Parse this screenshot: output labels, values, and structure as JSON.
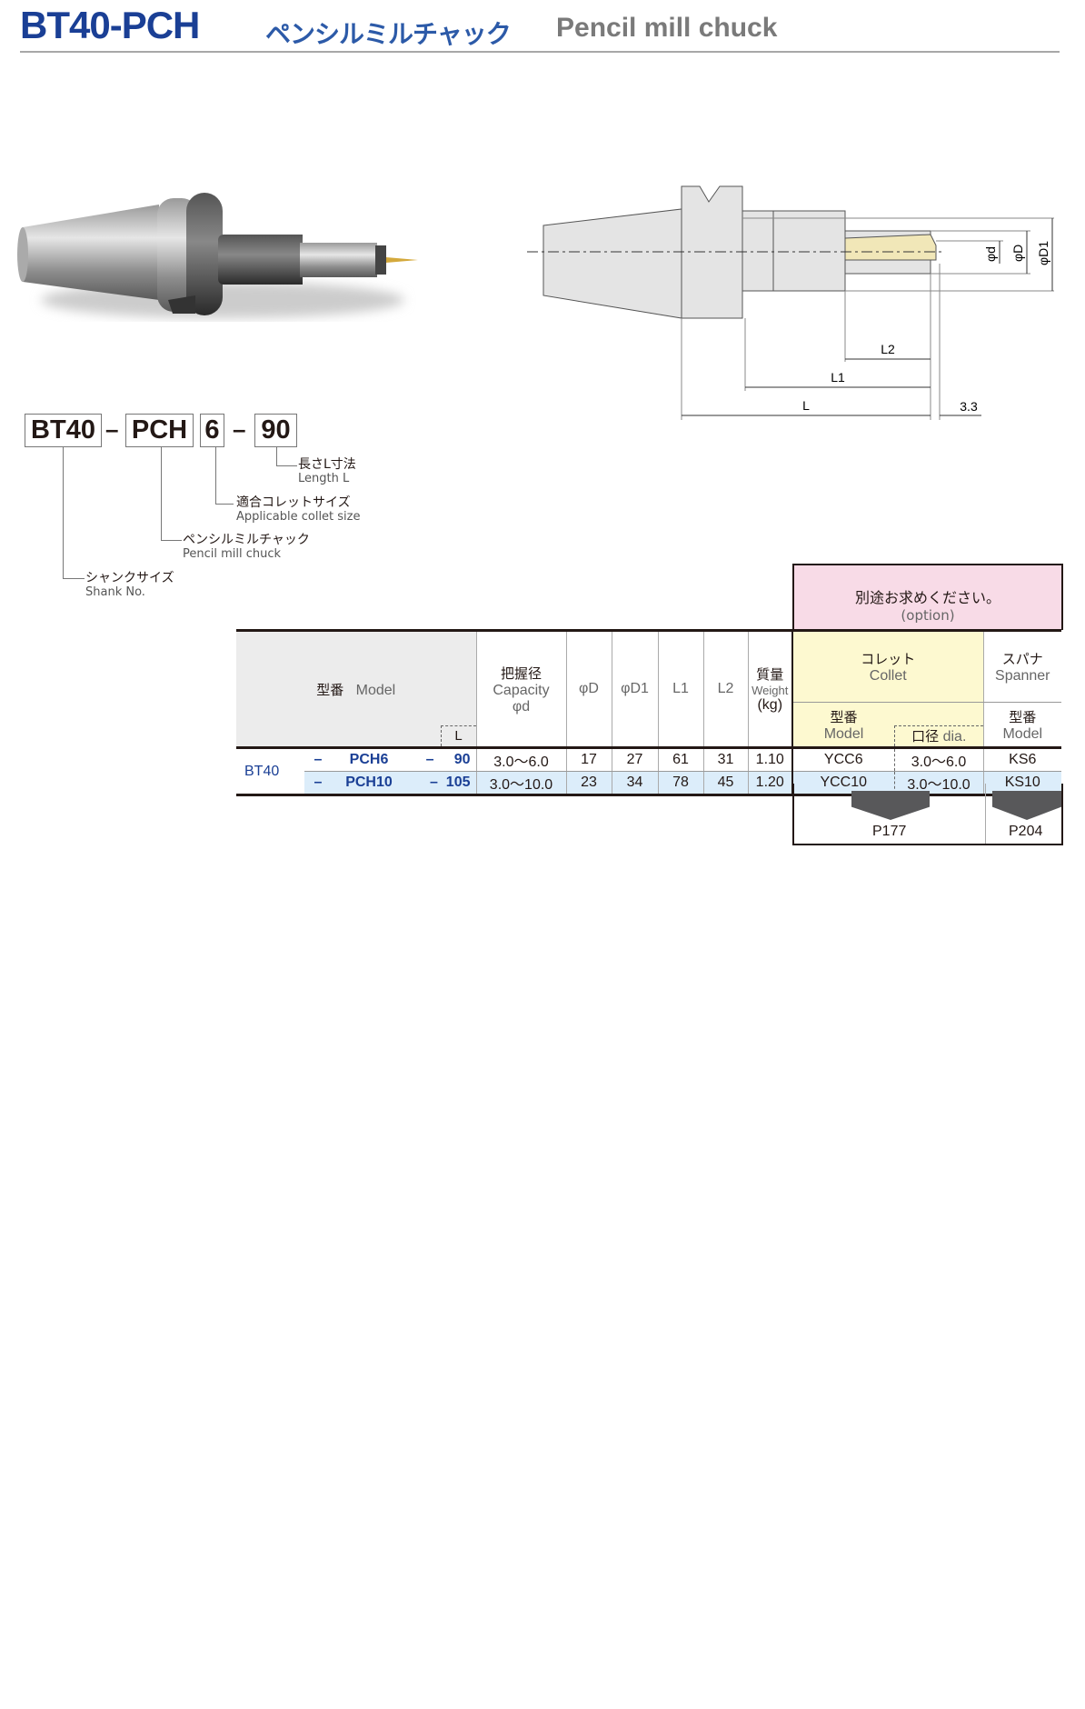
{
  "header": {
    "title": "BT40-PCH",
    "title_jp": "ペンシルミルチャック",
    "title_en": "Pencil mill chuck"
  },
  "code": {
    "parts": [
      "BT40",
      "PCH",
      "6",
      "90"
    ],
    "dash": "–",
    "legend": [
      {
        "jp": "長さL寸法",
        "en": "Length L"
      },
      {
        "jp": "適合コレットサイズ",
        "en": "Applicable collet size"
      },
      {
        "jp": "ペンシルミルチャック",
        "en": "Pencil mill chuck"
      },
      {
        "jp": "シャンクサイズ",
        "en": "Shank No."
      }
    ]
  },
  "drawing": {
    "labels": {
      "L": "L",
      "L1": "L1",
      "L2": "L2",
      "offset": "3.3",
      "d": "φd",
      "D": "φD",
      "D1": "φD1"
    }
  },
  "option": {
    "jp": "別途お求めください。",
    "en": "(option)"
  },
  "table": {
    "headers": {
      "model_jp": "型番",
      "model_en": "Model",
      "L": "L",
      "capacity_jp": "把握径",
      "capacity_en": "Capacity",
      "capacity_sym": "φd",
      "D": "φD",
      "D1": "φD1",
      "L1": "L1",
      "L2": "L2",
      "weight_jp": "質量",
      "weight_en": "Weight",
      "weight_unit": "(kg)",
      "collet_jp": "コレット",
      "collet_en": "Collet",
      "spanner_jp": "スパナ",
      "spanner_en": "Spanner",
      "sub_model_jp": "型番",
      "sub_model_en": "Model",
      "dia_jp": "口径",
      "dia_en": "dia."
    },
    "shank": "BT40",
    "rows": [
      {
        "dash": "–",
        "model": "PCH6",
        "dash2": "–",
        "L": "90",
        "capacity": "3.0～6.0",
        "D": "17",
        "D1": "27",
        "L1": "61",
        "L2": "31",
        "weight": "1.10",
        "collet": "YCC6",
        "collet_dia": "3.0～6.0",
        "spanner": "KS6"
      },
      {
        "dash": "–",
        "model": "PCH10",
        "dash2": "–",
        "L": "105",
        "capacity": "3.0～10.0",
        "D": "23",
        "D1": "34",
        "L1": "78",
        "L2": "45",
        "weight": "1.20",
        "collet": "YCC10",
        "collet_dia": "3.0～10.0",
        "spanner": "KS10"
      }
    ],
    "refs": {
      "collet": "P177",
      "spanner": "P204"
    }
  }
}
